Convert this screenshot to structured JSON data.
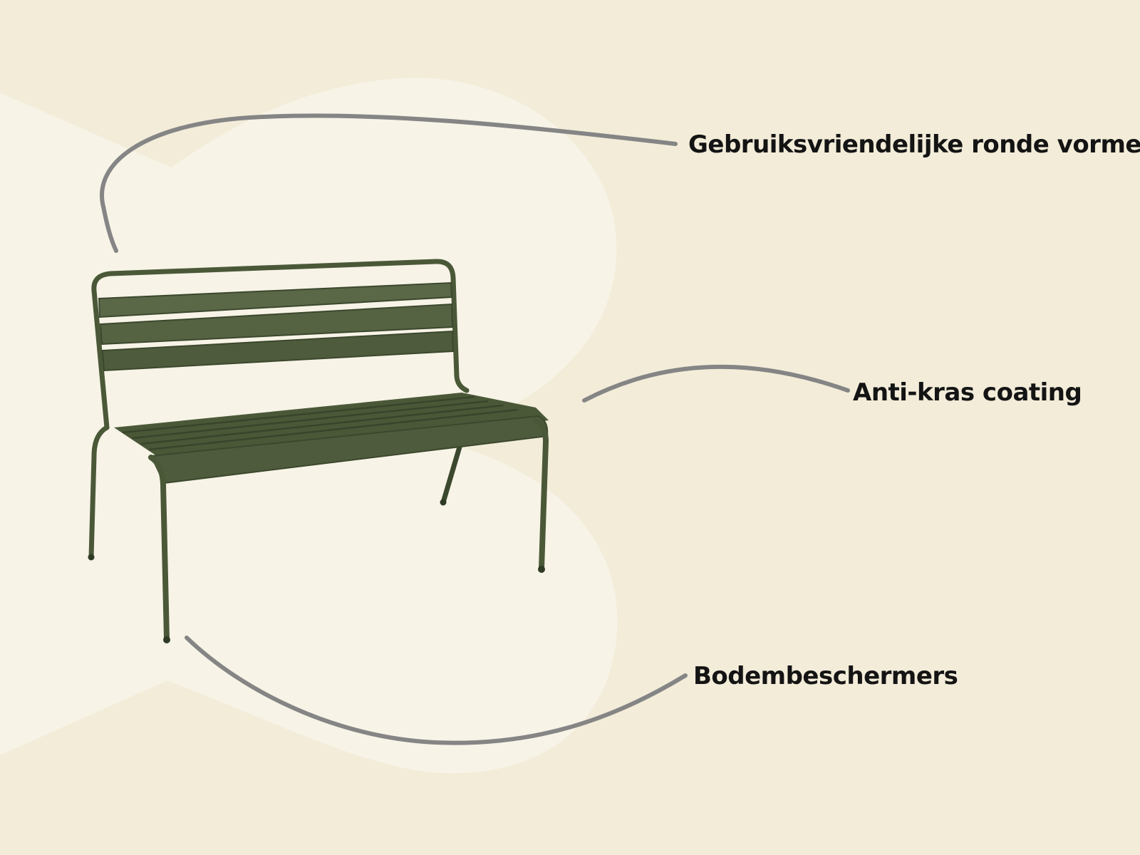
{
  "colors": {
    "background": "#F2ECD9",
    "blob": "#F7F3E6",
    "bench": "#4A5838",
    "bench_dark": "#3C482D",
    "bench_light": "#5A6848",
    "callout_line": "#858585",
    "label_text": "#141414"
  },
  "product": {
    "image_name": "outdoor-metal-bench"
  },
  "callouts": [
    {
      "id": "rounded-shapes",
      "label": "Gebruiksvriendelijke ronde vormen"
    },
    {
      "id": "anti-scratch",
      "label": "Anti-kras coating"
    },
    {
      "id": "floor-protectors",
      "label": "Bodembeschermers"
    }
  ]
}
